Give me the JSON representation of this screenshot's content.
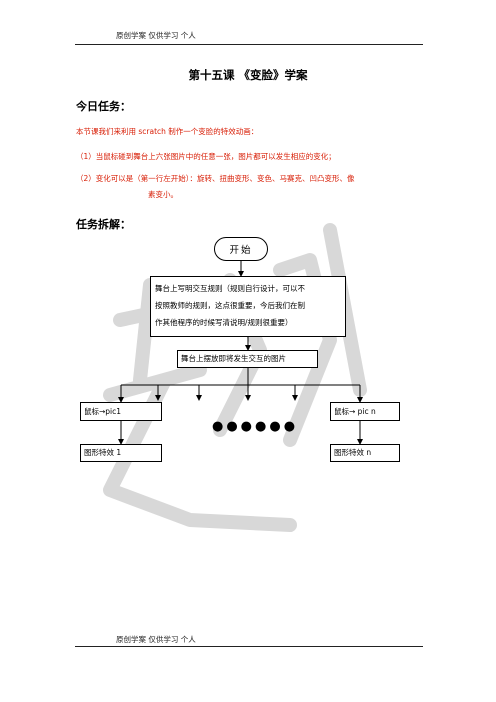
{
  "header": {
    "text": "原创学案 仅供学习    个人"
  },
  "footer": {
    "text": "原创学案 仅供学习    个人"
  },
  "title": "第十五课  《变脸》学案",
  "task_heading": "今日任务：",
  "intro": "本节课我们来利用 scratch 制作一个变脸的特效动画：",
  "items": [
    "（1）当鼠标碰到舞台上六张图片中的任意一张，图片都可以发生相应的变化；",
    "（2）变化可以是（第一行左开始）：旋转、扭曲变形、变色、马赛克、凹凸变形、像",
    "素变小。"
  ],
  "breakdown_heading": "任务拆解：",
  "flow": {
    "start": "开始",
    "rules_lines": [
      "舞台上写明交互规则（规则自行设计，可以不",
      "按照教师的规则，这点很重要，今后我们在制",
      "作其他程序的时候写清说明/规则很重要）"
    ],
    "place": "舞台上摆放即将发生交互的图片",
    "mouse1": "鼠标→pic1",
    "effect1": "图形特效 1",
    "mousen": "鼠标→ pic n",
    "effectn": "图形特效 n",
    "dots": "●●●●●●"
  },
  "colors": {
    "accent": "#d81e06",
    "watermark": "#d8d8d8"
  }
}
